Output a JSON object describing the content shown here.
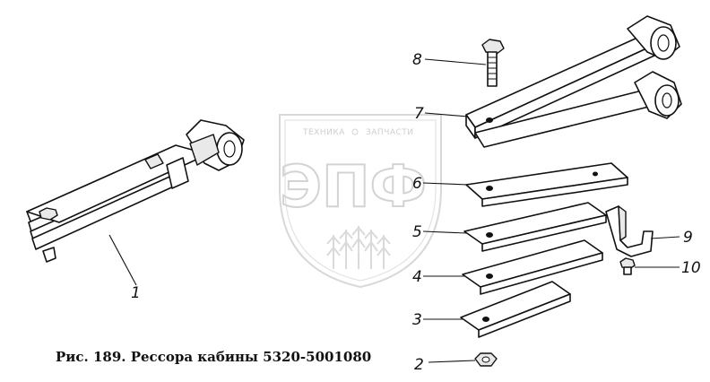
{
  "caption": "Рис. 189. Рессора кабины 5320-5001080",
  "watermark": {
    "top_text": "ТЕХНИКА",
    "top_text_2": "ЗАПЧАСТИ",
    "big_text": "ЭПФ"
  },
  "callouts": {
    "c1": "1",
    "c2": "2",
    "c3": "3",
    "c4": "4",
    "c5": "5",
    "c6": "6",
    "c7": "7",
    "c8": "8",
    "c9": "9",
    "c10": "10"
  }
}
